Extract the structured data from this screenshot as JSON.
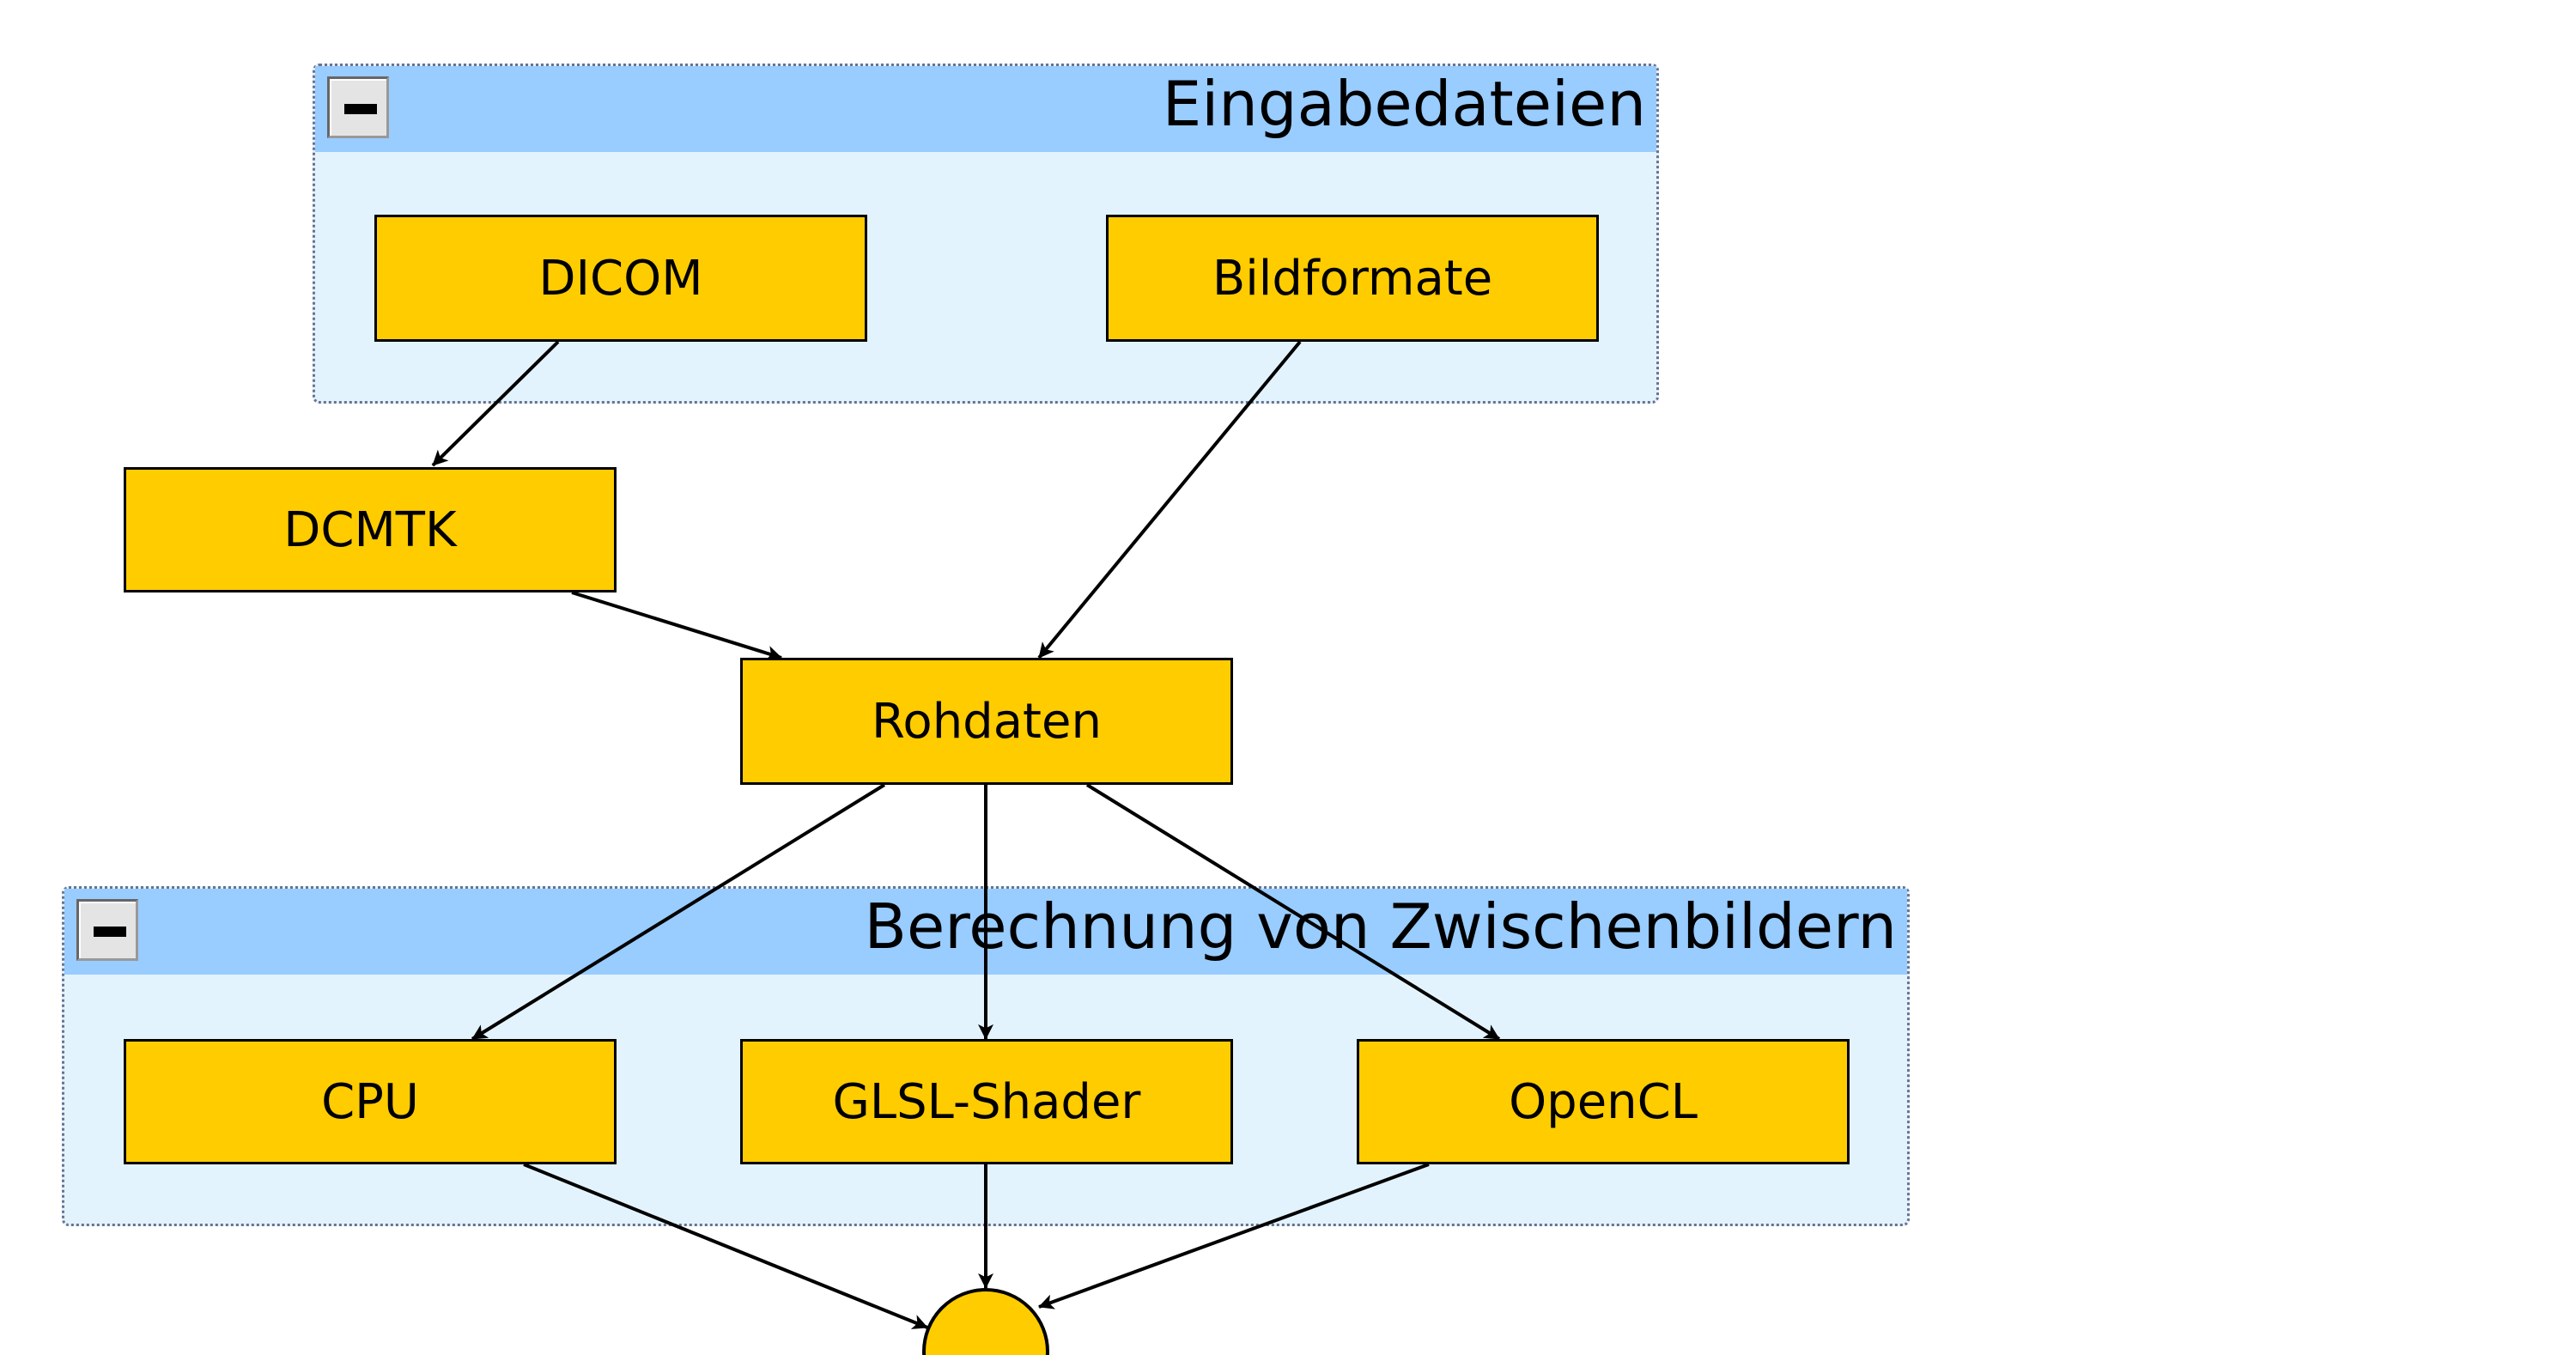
{
  "groups": {
    "input": {
      "title": "Eingabedateien"
    },
    "compute": {
      "title": "Berechnung von Zwischenbildern"
    }
  },
  "nodes": {
    "dicom": "DICOM",
    "bildformate": "Bildformate",
    "dcmtk": "DCMTK",
    "rohdaten": "Rohdaten",
    "cpu": "CPU",
    "glsl": "GLSL-Shader",
    "opencl": "OpenCL"
  },
  "colors": {
    "node_fill": "#ffcc00",
    "group_fill": "#e3f3fe",
    "group_header": "#99ccff",
    "edge": "#000000"
  }
}
